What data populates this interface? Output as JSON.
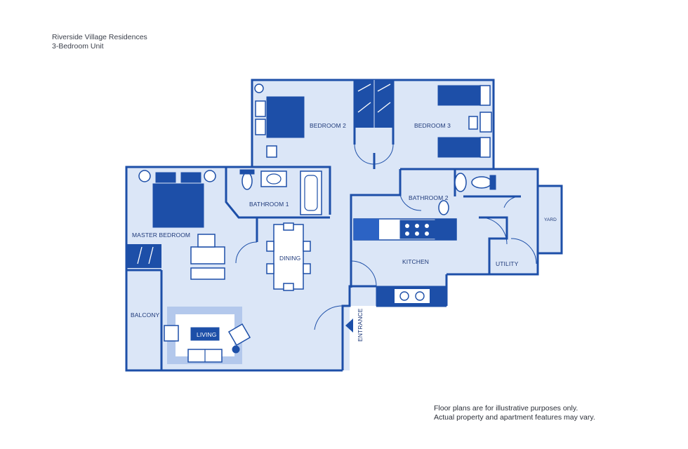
{
  "header": {
    "title": "Riverside Village Residences",
    "subtitle": "3-Bedroom Unit"
  },
  "rooms": {
    "bedroom2": "BEDROOM 2",
    "bedroom3": "BEDROOM 3",
    "master": "MASTER BEDROOM",
    "bath1": "BATHROOM 1",
    "bath2": "BATHROOM 2",
    "dining": "DINING",
    "kitchen": "KITCHEN",
    "utility": "UTILITY",
    "yard": "YARD",
    "balcony": "BALCONY",
    "living": "LIVING",
    "entrance": "ENTRANCE"
  },
  "disclaimer": {
    "line1": "Floor plans are for illustrative purposes only.",
    "line2": "Actual property and apartment features may vary."
  },
  "colors": {
    "wall": "#1d4fa8",
    "floor": "#dbe6f7",
    "furniture": "#1d4fa8",
    "rug": "#b3c8ec"
  }
}
